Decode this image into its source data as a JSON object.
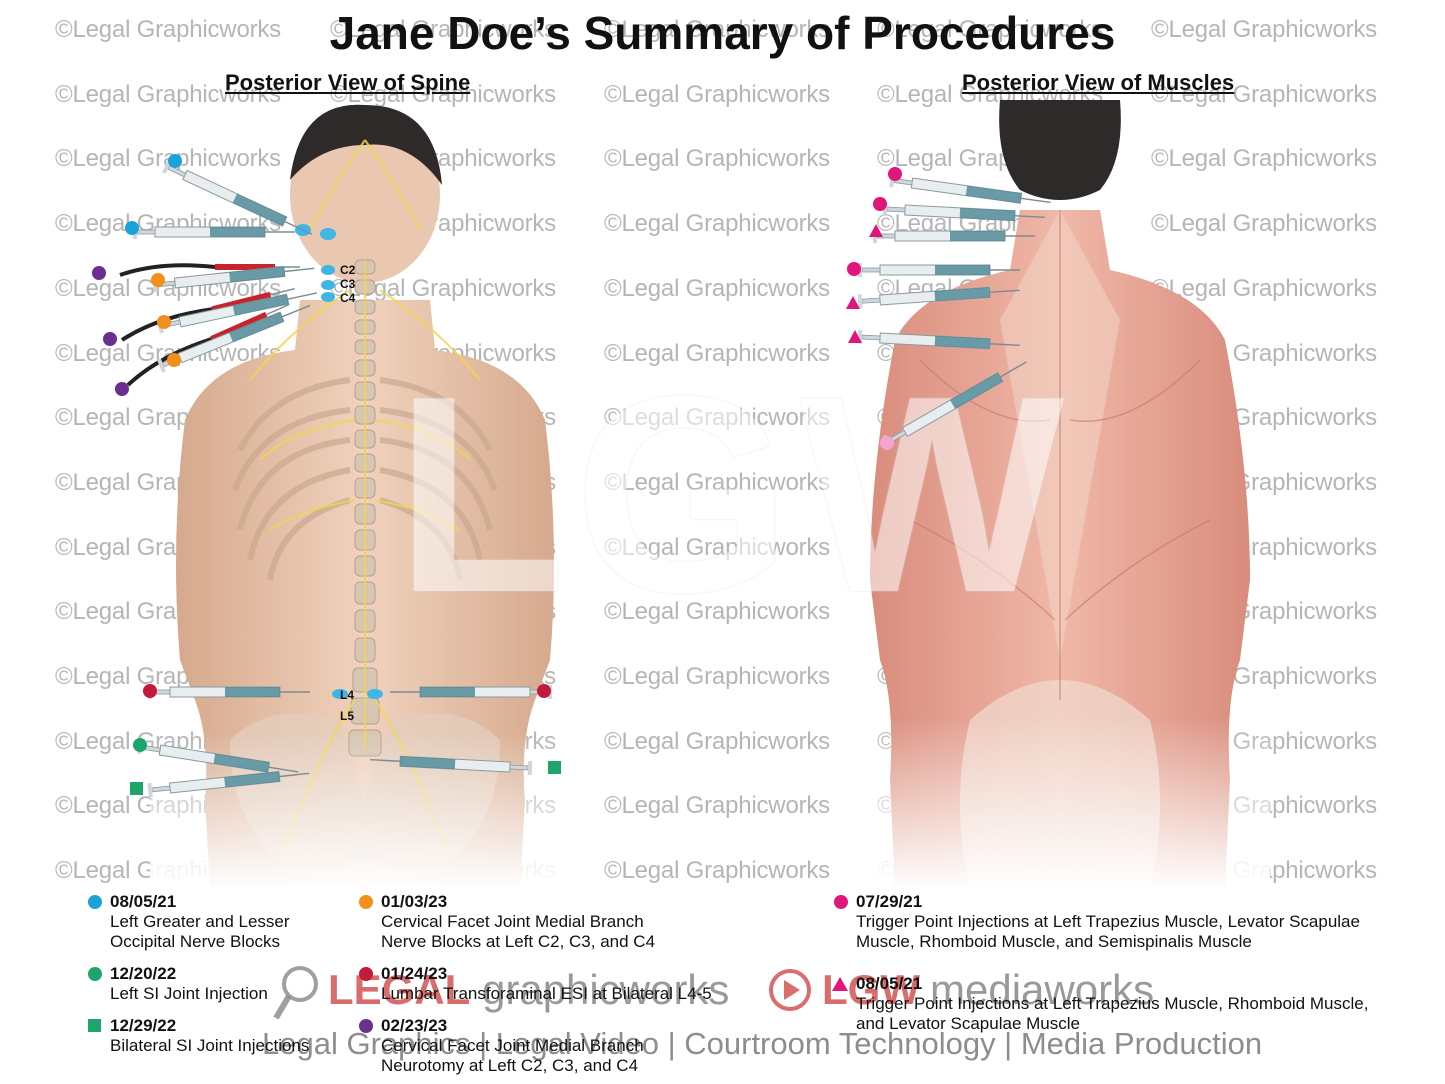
{
  "title": "Jane Doe’s Summary of Procedures",
  "subtitles": {
    "spine": "Posterior View of Spine",
    "muscles": "Posterior View of Muscles"
  },
  "watermark": {
    "text": "©Legal Graphicworks",
    "big_text": "LGW"
  },
  "spine_labels": {
    "c2": "C2",
    "c3": "C3",
    "c4": "C4",
    "l4": "L4",
    "l5": "L5"
  },
  "colors": {
    "blue": "#1aa3d9",
    "orange": "#f39019",
    "purple": "#6a2f8f",
    "red": "#c3193a",
    "green": "#1fa56c",
    "magenta": "#e0157d",
    "skin": "#e6c2a8",
    "muscle": "#e29a8c"
  },
  "legend": {
    "e1": {
      "date": "08/05/21",
      "desc": "Left Greater and Lesser Occipital Nerve Blocks",
      "color": "#1aa3d9",
      "shape": "circle"
    },
    "e2": {
      "date": "12/20/22",
      "desc": "Left SI Joint Injection",
      "color": "#1fa56c",
      "shape": "circle"
    },
    "e3": {
      "date": "12/29/22",
      "desc": "Bilateral SI Joint Injections",
      "color": "#1fa56c",
      "shape": "square"
    },
    "e4": {
      "date": "01/03/23",
      "desc": "Cervical Facet Joint Medial Branch Nerve Blocks at Left C2, C3, and C4",
      "color": "#f39019",
      "shape": "circle"
    },
    "e5": {
      "date": "01/24/23",
      "desc": "Lumbar Transforaminal ESI at Bilateral L4-5",
      "color": "#c3193a",
      "shape": "circle"
    },
    "e6": {
      "date": "02/23/23",
      "desc": "Cervical Facet Joint Medial Branch Neurotomy at Left C2, C3, and C4",
      "color": "#6a2f8f",
      "shape": "circle"
    },
    "e7": {
      "date": "07/29/21",
      "desc": "Trigger Point Injections at Left Trapezius Muscle, Levator Scapulae Muscle, Rhomboid Muscle, and Semispinalis Muscle",
      "color": "#e0157d",
      "shape": "circle"
    },
    "e8": {
      "date": "08/05/21",
      "desc": "Trigger Point Injections at Left Trapezius Muscle, Rhomboid Muscle, and Levator Scapulae Muscle",
      "color": "#e0157d",
      "shape": "triangle"
    }
  },
  "logos": {
    "legal": "LEGAL",
    "graphicworks": "graphicworks",
    "lgw": "LGW",
    "mediaworks": "mediaworks",
    "tagline": "Legal Graphics | Legal Video | Courtroom Technology | Media Production"
  }
}
